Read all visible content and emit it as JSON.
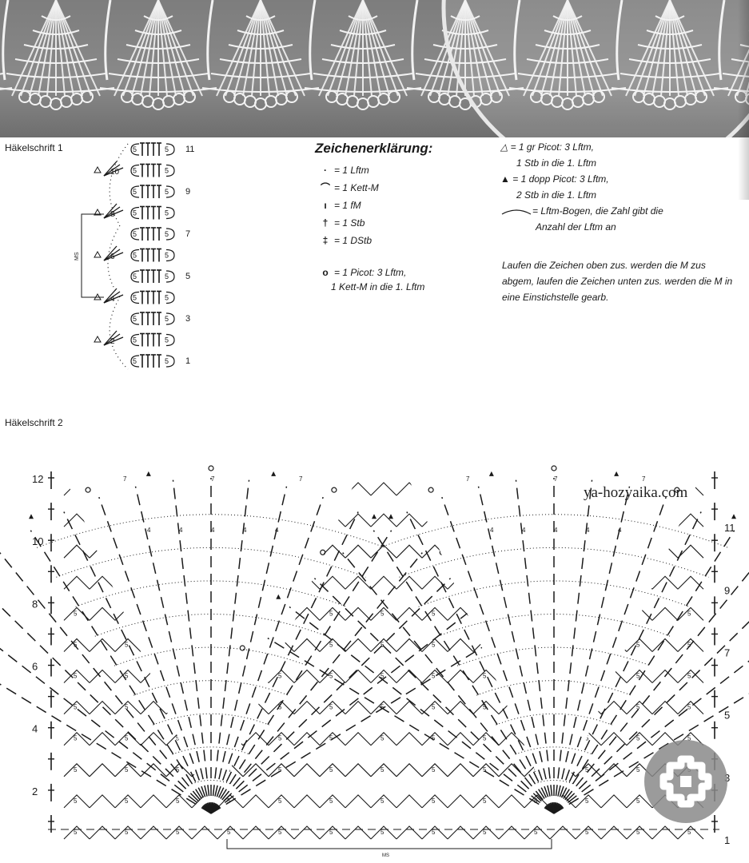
{
  "photo": {
    "description_icon": "crochet-lace-photo"
  },
  "chart1": {
    "title": "Häkelschrift 1",
    "rows": [
      "11",
      "9",
      "7",
      "5",
      "3",
      "1"
    ],
    "left_marks": [
      "10",
      "8",
      "6",
      "4",
      "2"
    ],
    "ms_label": "MS"
  },
  "legend": {
    "title": "Zeichenerklärung:",
    "items": [
      {
        "symbol": "·",
        "text": "= 1 Lftm"
      },
      {
        "symbol": "⌒",
        "text": "= 1 Kett-M"
      },
      {
        "symbol": "ı",
        "text": "= 1 fM"
      },
      {
        "symbol": "†",
        "text": "= 1 Stb"
      },
      {
        "symbol": "‡",
        "text": "= 1 DStb"
      }
    ],
    "picot_symbol": "o",
    "picot_line1": "= 1 Picot: 3 Lftm,",
    "picot_line2": "1 Kett-M in die 1. Lftm",
    "right": {
      "gr_symbol": "△",
      "gr_line1": "= 1 gr Picot: 3 Lftm,",
      "gr_line2": "1 Stb in die 1. Lftm",
      "dopp_symbol": "▲",
      "dopp_line1": "= 1 dopp Picot: 3 Lftm,",
      "dopp_line2": "2 Stb in die 1. Lftm",
      "bogen_line1": "= Lftm-Bogen, die Zahl gibt die",
      "bogen_line2": "Anzahl der Lftm an"
    },
    "note": "Laufen die Zeichen oben zus. werden die M zus abgem, laufen die Zeichen unten zus. werden die M in eine Einstichstelle gearb."
  },
  "chart2": {
    "title": "Häkelschrift 2",
    "left_rows": [
      "12",
      "10",
      "8",
      "6",
      "4",
      "2"
    ],
    "right_rows": [
      "11",
      "9",
      "7",
      "5",
      "3",
      "1"
    ],
    "ms_label": "MS",
    "arc_count_5": "5",
    "arc_count_4": "4",
    "arc_count_7": "7"
  },
  "watermark": "ya-hozyaika.com",
  "colors": {
    "ink": "#1a1a1a",
    "photo_bg": "#7d7d7d",
    "lace": "#f2f2f2",
    "logo": "#8a8a8a"
  }
}
